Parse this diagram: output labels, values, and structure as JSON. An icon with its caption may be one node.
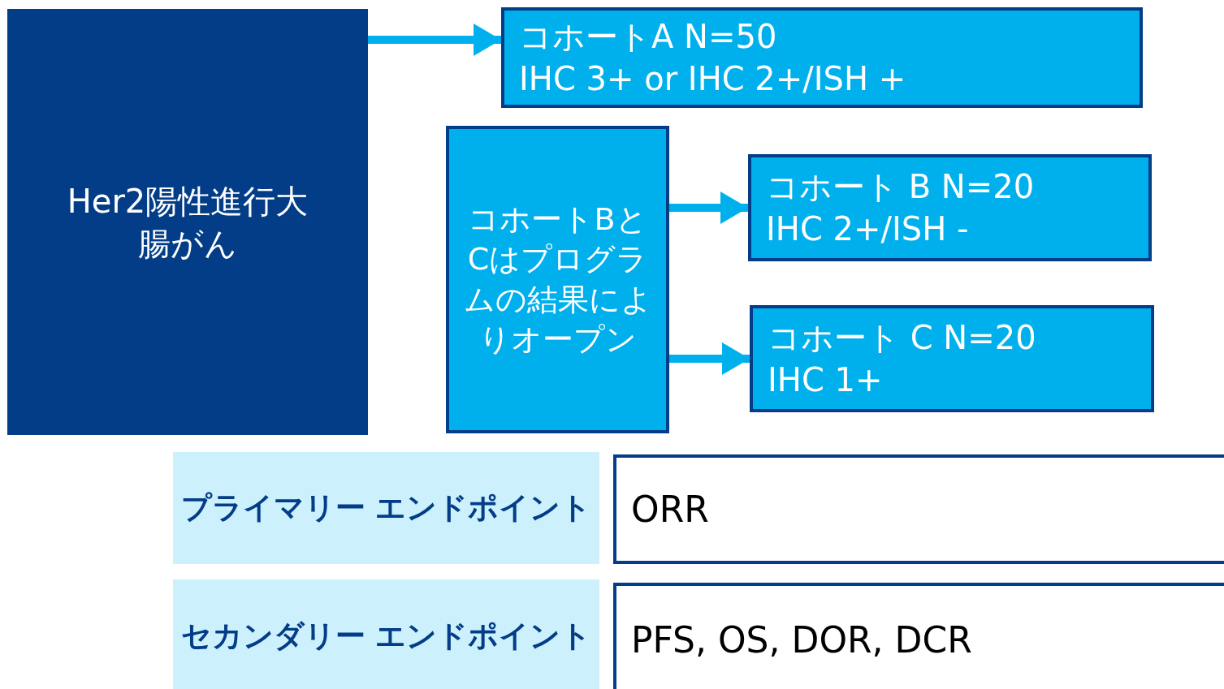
{
  "diagram": {
    "nodes": [
      {
        "text": [
          "Her2陽性進行大腸がん"
        ]
      },
      {
        "text": [
          "コホートA N=50",
          "IHC 3+ or IHC 2+/ISH +"
        ]
      },
      {
        "text": [
          "コホートBとCはプログラムの結果によりオープン"
        ]
      },
      {
        "text": [
          "コホート B N=20",
          "IHC 2+/ISH -"
        ]
      },
      {
        "text": [
          "コホート C N=20",
          "IHC 1+"
        ]
      },
      {
        "text": [
          "プライマリー エンドポイント"
        ]
      },
      {
        "text": [
          "ORR"
        ]
      },
      {
        "text": [
          "セカンダリー エンドポイント"
        ]
      },
      {
        "text": [
          "PFS, OS, DOR, DCR"
        ]
      }
    ],
    "edges": [
      {
        "from": 0,
        "to": 1,
        "arrow": "to"
      },
      {
        "from": 2,
        "to": 3,
        "arrow": "to"
      },
      {
        "from": 2,
        "to": 4,
        "arrow": "to"
      }
    ]
  }
}
